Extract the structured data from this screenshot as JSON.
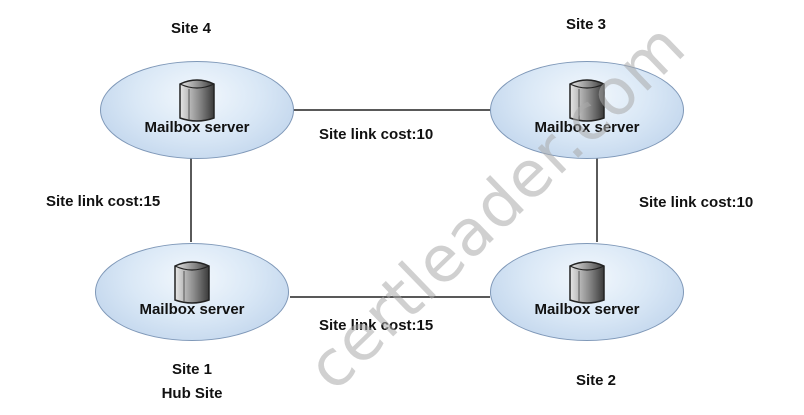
{
  "sites": [
    {
      "id": "site4",
      "name": "Site 4",
      "subtitle": "",
      "server": "Mailbox server"
    },
    {
      "id": "site3",
      "name": "Site 3",
      "subtitle": "",
      "server": "Mailbox server"
    },
    {
      "id": "site1",
      "name": "Site 1",
      "subtitle": "Hub Site",
      "server": "Mailbox server"
    },
    {
      "id": "site2",
      "name": "Site 2",
      "subtitle": "",
      "server": "Mailbox server"
    }
  ],
  "links": [
    {
      "from": "site4",
      "to": "site3",
      "label": "Site link cost:10"
    },
    {
      "from": "site4",
      "to": "site1",
      "label": "Site link cost:15"
    },
    {
      "from": "site3",
      "to": "site2",
      "label": "Site link cost:10"
    },
    {
      "from": "site1",
      "to": "site2",
      "label": "Site link cost:15"
    }
  ],
  "watermark": "certleader.com",
  "colors": {
    "ellipse_border": "#7f98b8",
    "ellipse_fill": "#dae8f6",
    "line": "#222222"
  },
  "icon": "server-tower-icon"
}
